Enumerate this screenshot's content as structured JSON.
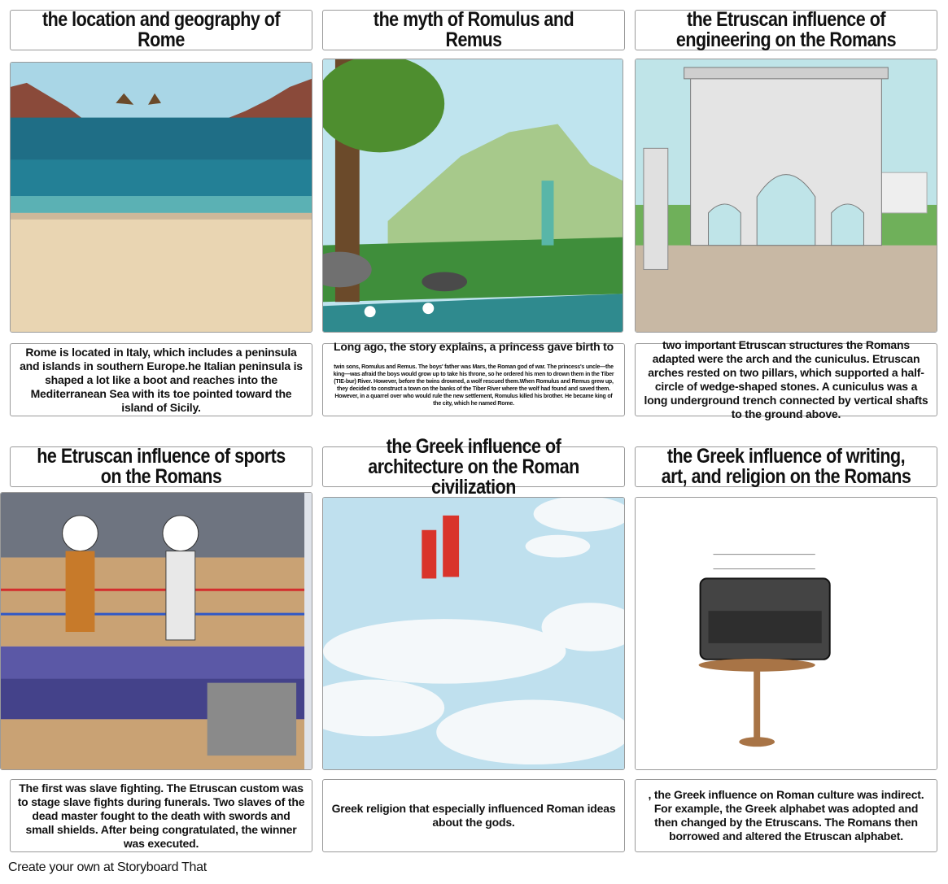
{
  "panels": [
    {
      "title": "the location and geography of Rome",
      "caption": "Rome is located in Italy, which includes a peninsula and islands in southern Europe.he Italian peninsula is shaped a lot like a boot and reaches into the Mediterranean Sea with its toe pointed toward the island of Sicily."
    },
    {
      "title": "the myth of Romulus and Remus",
      "caption_lead": "Long ago, the story explains, a princess gave birth to",
      "caption": "twin sons, Romulus and Remus. The boys' father was Mars, the Roman god of war. The princess's uncle—the king—was afraid the boys would grow up to take his throne, so he ordered his men to drown them in the Tiber (TIE-bur) River. However, before the twins drowned, a wolf rescued them.When Romulus and Remus grew up, they decided to construct a town on the banks of the Tiber River where the wolf had found and saved them. However, in a quarrel over who would rule the new settlement, Romulus killed his brother. He became king of the city, which he named Rome."
    },
    {
      "title": "the Etruscan influence of engineering on the Romans",
      "caption": "two important Etruscan structures the Romans adapted were the arch and the cuniculus. Etruscan arches rested on two pillars, which supported a half-circle of wedge-shaped stones. A cuniculus was a long underground trench connected by vertical shafts to the ground above."
    },
    {
      "title": "he Etruscan influence of sports on the Romans",
      "caption": "The first was slave fighting. The Etruscan custom was to stage slave fights during funerals. Two slaves of the dead master fought to the death with swords and small shields. After being congratulated, the winner was executed."
    },
    {
      "title": "the Greek influence of architecture on the Roman civilization",
      "caption": "Greek religion that especially influenced Roman ideas about the gods."
    },
    {
      "title": "the Greek influence of writing, art, and religion on the Romans",
      "caption": ", the Greek influence on Roman culture was indirect. For example, the Greek alphabet was adopted and then changed by the Etruscans. The Romans then borrowed and altered the Etruscan alphabet."
    }
  ],
  "footer": "Create your own at Storyboard That"
}
